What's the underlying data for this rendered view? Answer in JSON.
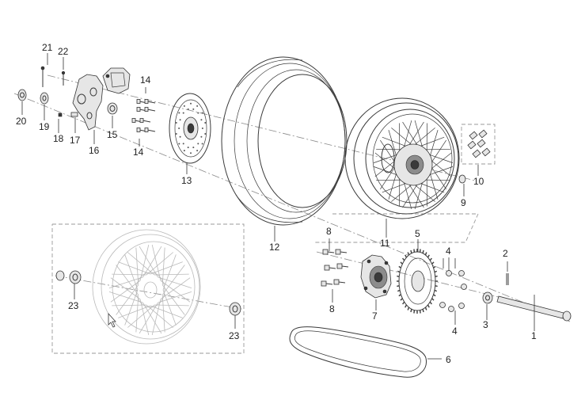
{
  "diagram": {
    "callouts": {
      "c1": "1",
      "c2": "2",
      "c3": "3",
      "c4a": "4",
      "c4b": "4",
      "c5": "5",
      "c6": "6",
      "c7": "7",
      "c8a": "8",
      "c8b": "8",
      "c9": "9",
      "c10": "10",
      "c11": "11",
      "c12": "12",
      "c13": "13",
      "c14a": "14",
      "c14b": "14",
      "c15": "15",
      "c16": "16",
      "c17": "17",
      "c18": "18",
      "c19": "19",
      "c20": "20",
      "c21": "21",
      "c22": "22",
      "c23a": "23",
      "c23b": "23"
    }
  }
}
